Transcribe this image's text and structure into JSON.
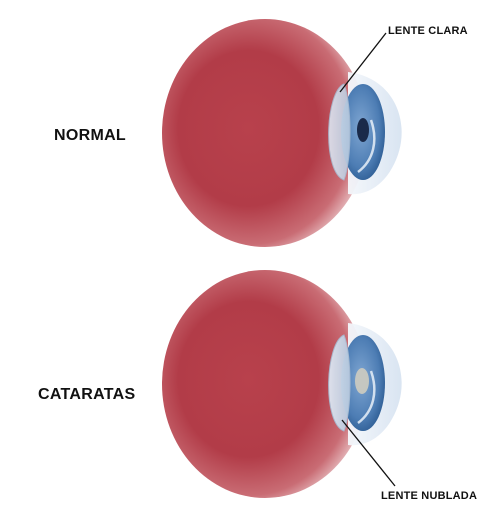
{
  "labels": {
    "normal": "NORMAL",
    "cataratas": "CATARATAS",
    "lente_clara": "LENTE CLARA",
    "lente_nublada": "LENTE NUBLADA"
  },
  "colors": {
    "eyeball": "#b03a46",
    "eyeball_edge": "#e9c4c8",
    "iris": "#4f7fb5",
    "pupil": "#1a2a4a",
    "cloudy_pupil": "#c9c9c0",
    "cornea": "#e6edf6",
    "leader_line": "#111111",
    "background": "#ffffff"
  }
}
